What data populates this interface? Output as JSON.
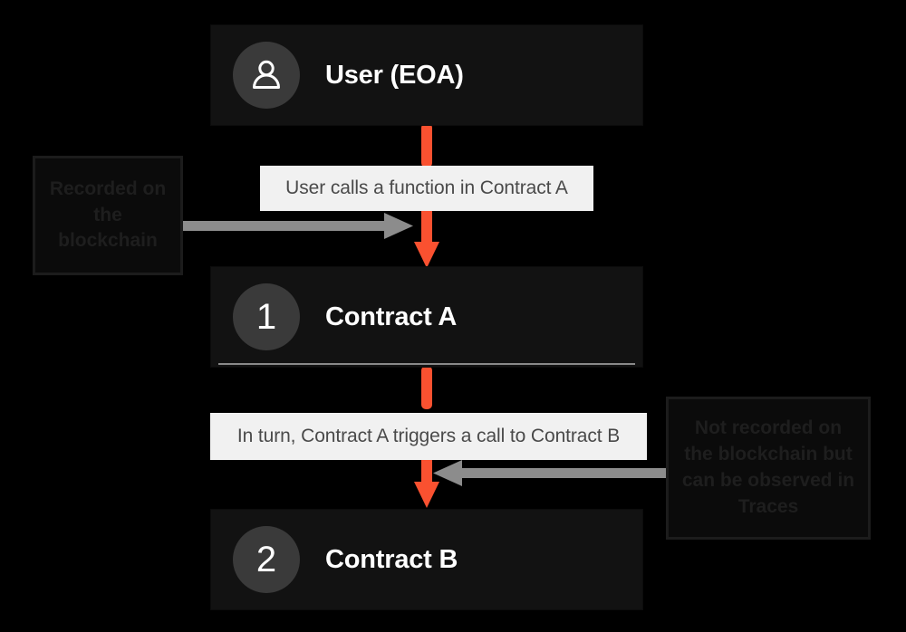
{
  "diagram": {
    "title": "Contract call flow",
    "background_color": "#000000",
    "accent_color": "#fa5130",
    "node_color": "#121212",
    "label_color": "#f1f1f1"
  },
  "nodes": [
    {
      "id": "user",
      "badge_type": "person-icon",
      "badge_label": "",
      "title": "User (EOA)",
      "has_underline": false
    },
    {
      "id": "contract-a",
      "badge_type": "number",
      "badge_label": "1",
      "title": "Contract A",
      "has_underline": true
    },
    {
      "id": "contract-b",
      "badge_type": "number",
      "badge_label": "2",
      "title": "Contract B",
      "has_underline": false
    }
  ],
  "messages": [
    {
      "id": "msg-1",
      "text": "User calls a function in Contract A"
    },
    {
      "id": "msg-2",
      "text": "In turn, Contract A triggers a call to Contract B"
    }
  ],
  "callouts": [
    {
      "id": "callout-left",
      "text": "Recorded on the blockchain"
    },
    {
      "id": "callout-right",
      "text": "Not recorded on the blockchain but can be observed in Traces"
    }
  ],
  "arrows": [
    {
      "id": "arrow-orange-1",
      "color": "#fa5130",
      "direction": "down",
      "from": "user",
      "to": "contract-a"
    },
    {
      "id": "arrow-orange-2",
      "color": "#fa5130",
      "direction": "down",
      "from": "contract-a",
      "to": "contract-b"
    },
    {
      "id": "arrow-gray-left",
      "color": "#8c8c8c",
      "direction": "right",
      "from": "callout-left",
      "to": "flow"
    },
    {
      "id": "arrow-gray-right",
      "color": "#8c8c8c",
      "direction": "left",
      "from": "callout-right",
      "to": "flow"
    }
  ]
}
